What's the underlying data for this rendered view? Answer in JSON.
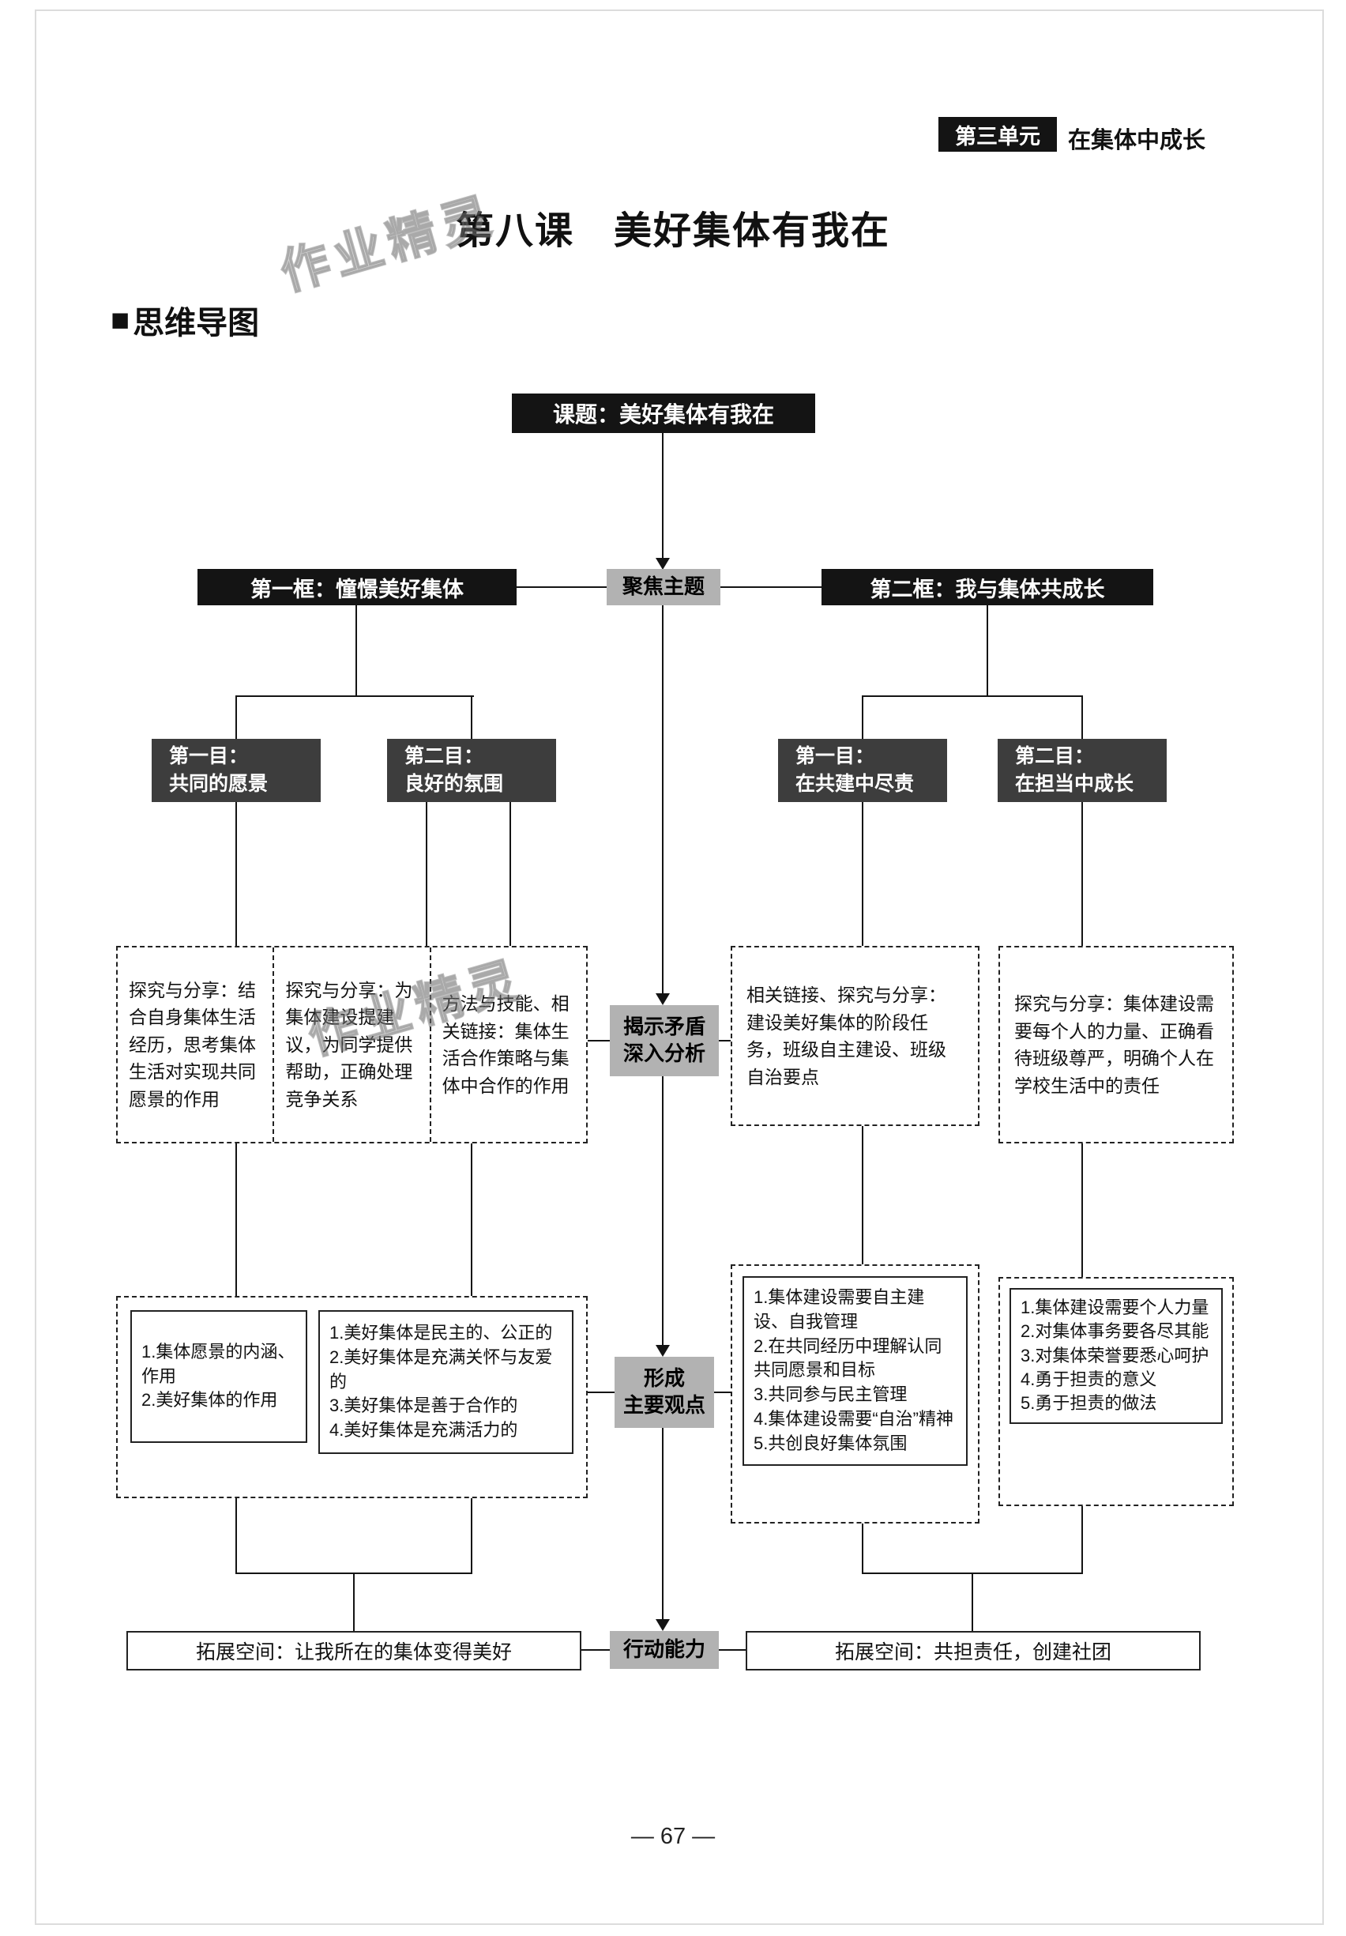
{
  "header": {
    "unit_label": "第三单元",
    "unit_title": "在集体中成长"
  },
  "title": "第八课　美好集体有我在",
  "section": {
    "marker": "■",
    "heading": "思维导图"
  },
  "watermark": "作业精灵",
  "page_number": "— 67 —",
  "diagram": {
    "root": "课题：美好集体有我在",
    "stages": {
      "focus": "聚焦主题",
      "analyze": "揭示矛盾\n深入分析",
      "viewpoints": "形成\n主要观点",
      "action": "行动能力"
    },
    "frames": {
      "first": "第一框：憧憬美好集体",
      "second": "第二框：我与集体共成长"
    },
    "sections": {
      "left1": "第一目：\n共同的愿景",
      "left2": "第二目：\n良好的氛围",
      "right1": "第一目：\n在共建中尽责",
      "right2": "第二目：\n在担当中成长"
    },
    "activities": {
      "left_a": "探究与分享：结合自身集体生活经历，思考集体生活对实现共同愿景的作用",
      "left_b": "探究与分享：为集体建设提建议，为同学提供帮助，正确处理竞争关系",
      "left_c": "方法与技能、相关链接：集体生活合作策略与集体中合作的作用",
      "right_a": "相关链接、探究与分享：建设美好集体的阶段任务，班级自主建设、班级自治要点",
      "right_b": "探究与分享：集体建设需要每个人的力量、正确看待班级尊严，明确个人在学校生活中的责任"
    },
    "viewpoints": {
      "left_a": "1.集体愿景的内涵、作用\n2.美好集体的作用",
      "left_b": "1.美好集体是民主的、公正的\n2.美好集体是充满关怀与友爱的\n3.美好集体是善于合作的\n4.美好集体是充满活力的",
      "right_a": "1.集体建设需要自主建设、自我管理\n2.在共同经历中理解认同共同愿景和目标\n3.共同参与民主管理\n4.集体建设需要“自治”精神\n5.共创良好集体氛围",
      "right_b": "1.集体建设需要个人力量\n2.对集体事务要各尽其能\n3.对集体荣誉要悉心呵护\n4.勇于担责的意义\n5.勇于担责的做法"
    },
    "extensions": {
      "left": "拓展空间：让我所在的集体变得美好",
      "right": "拓展空间：共担责任，创建社团"
    }
  }
}
